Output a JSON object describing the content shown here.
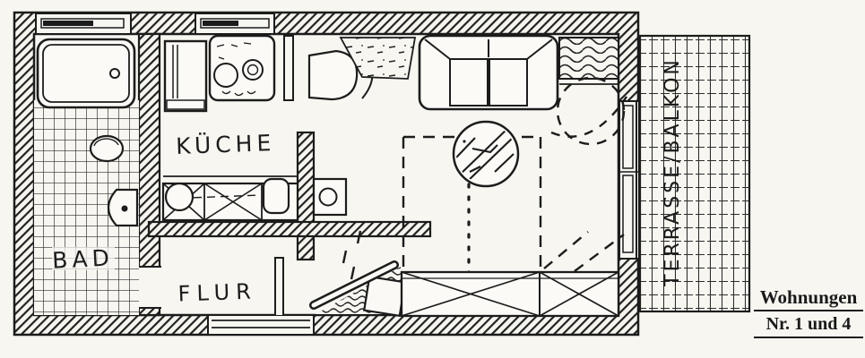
{
  "labels": {
    "bath": "BAD",
    "kitchen": "KÜCHE",
    "hall": "FLUR",
    "terrace": "TERRASSE/BALKON"
  },
  "title": {
    "line1": "Wohnungen",
    "line2": "Nr. 1 und 4"
  },
  "colors": {
    "ink": "#1c1c1c",
    "paper": "#f7f6f1"
  }
}
